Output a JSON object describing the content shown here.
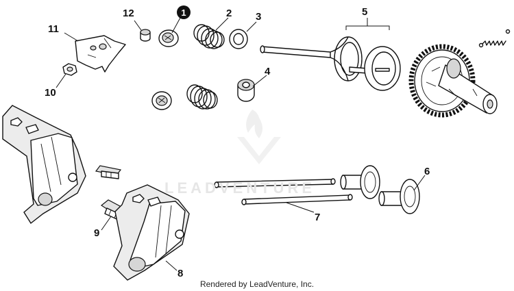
{
  "diagram": {
    "callouts": [
      "1",
      "2",
      "3",
      "4",
      "5",
      "6",
      "7",
      "8",
      "9",
      "10",
      "11",
      "12"
    ],
    "watermark": "LEADVENTURE",
    "credit": "Rendered by LeadVenture, Inc."
  }
}
